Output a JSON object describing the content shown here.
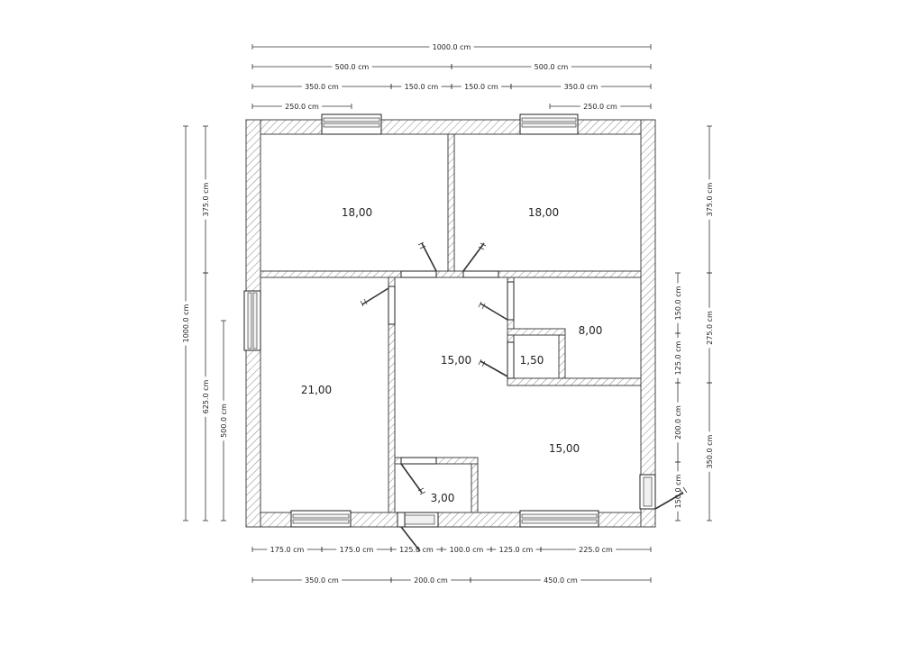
{
  "plan": {
    "overall_width_label": "1000.0 cm",
    "half_width_labels": [
      "500.0 cm",
      "500.0 cm"
    ],
    "top_row_labels": [
      "350.0 cm",
      "150.0 cm",
      "150.0 cm",
      "350.0 cm"
    ],
    "top_window_offsets": [
      "250.0 cm",
      "250.0 cm"
    ],
    "bottom_row1_labels": [
      "175.0 cm",
      "175.0 cm",
      "125.0 cm",
      "100.0 cm",
      "125.0 cm",
      "225.0 cm"
    ],
    "bottom_row2_labels": [
      "350.0 cm",
      "200.0 cm",
      "450.0 cm"
    ],
    "left_labels": {
      "overall": "1000.0 cm",
      "upper": "375.0 cm",
      "lower": "625.0 cm",
      "window_offset": "500.0 cm"
    },
    "right_labels": {
      "outer_upper": "375.0 cm",
      "outer_middle": "275.0 cm",
      "outer_lower": "350.0 cm",
      "inner": [
        "150.0 cm",
        "125.0 cm",
        "200.0 cm",
        "150.0 cm"
      ]
    },
    "rooms": [
      {
        "name": "bedroom-top-left",
        "area": "18,00"
      },
      {
        "name": "bedroom-top-right",
        "area": "18,00"
      },
      {
        "name": "living-room",
        "area": "21,00"
      },
      {
        "name": "hall",
        "area": "15,00"
      },
      {
        "name": "room-small",
        "area": "8,00"
      },
      {
        "name": "closet",
        "area": "1,50"
      },
      {
        "name": "room-bottom-right",
        "area": "15,00"
      },
      {
        "name": "bathroom",
        "area": "3,00"
      }
    ]
  }
}
